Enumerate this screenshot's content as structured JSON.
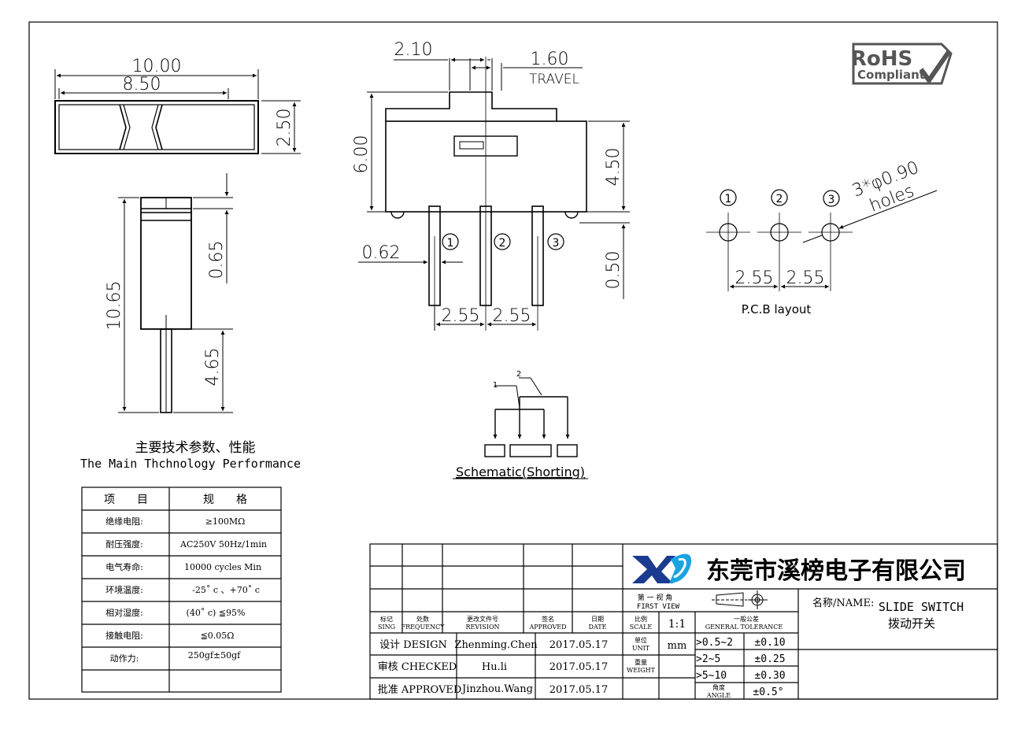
{
  "dims": {
    "top_width_outer": "10.00",
    "top_width_inner": "8.50",
    "top_height": "2.50",
    "side_total_height": "10.65",
    "side_upper": "0.65",
    "side_pin": "4.65",
    "pitch_left": "2.10",
    "travel_value": "1.60",
    "travel_label": "TRAVEL",
    "body_height": "6.00",
    "body_inner": "4.50",
    "pin_width": "0.62",
    "pin_offset": "0.50",
    "pin_pitch_1": "2.55",
    "pin_pitch_2": "2.55",
    "pcb_pitch_1": "2.55",
    "pcb_pitch_2": "2.55",
    "holes_count": "3*φ0.90",
    "holes_label": "holes",
    "pcb_layout": "P.C.B  layout"
  },
  "pins": {
    "p1": "①",
    "p2": "②",
    "p3": "③"
  },
  "schematic": {
    "label": "Schematic(Shorting)",
    "tag1": "1",
    "tag2": "2"
  },
  "rohs": {
    "line1": "RoHS",
    "line2": "Compliant"
  },
  "performance": {
    "title_cn": "主要技术参数、性能",
    "title_en": "The Main Thchnology Performance",
    "header": [
      "项　　目",
      "规　　格"
    ],
    "rows": [
      [
        "绝缘电阻:",
        "≥100MΩ"
      ],
      [
        "耐压强度:",
        "AC250V  50Hz/1min"
      ],
      [
        "电气寿命:",
        "10000 cycles Min"
      ],
      [
        "环境温度:",
        "-25˚ c 、+70˚ c"
      ],
      [
        "相对湿度:",
        "(40˚ c) ≦95%"
      ],
      [
        "接触电阻:",
        "≦0.05Ω"
      ],
      [
        "动作力:",
        "250gf±50gf"
      ],
      [
        "",
        ""
      ]
    ]
  },
  "title_block": {
    "company": "东莞市溪榜电子有限公司",
    "view_cn": "第 一 视 角",
    "view_en": "FIRST VIEW",
    "name_label": "名称/NAME:",
    "name_en": "SLIDE SWITCH",
    "name_cn": "拨动开关",
    "rev_headers": [
      {
        "cn": "标记",
        "en": "SING"
      },
      {
        "cn": "处数",
        "en": "FREQUENCY"
      },
      {
        "cn": "更改文件号",
        "en": "REVISION"
      },
      {
        "cn": "签名",
        "en": "APPROVED"
      },
      {
        "cn": "日期",
        "en": "DATE"
      }
    ],
    "scale_label_cn": "比例",
    "scale_label_en": "SCALE",
    "scale_value": "1:1",
    "tolerance_cn": "一般公差",
    "tolerance_en": "GENERAL TOLERANCE",
    "unit_cn": "单位",
    "unit_en": "UNIT",
    "unit_value": "mm",
    "weight_cn": "重量",
    "weight_en": "WEIGHT",
    "tolerances": [
      {
        "range": "0.5~2",
        "value": "±0.10"
      },
      {
        "range": "2~5",
        "value": "±0.25"
      },
      {
        "range": "5~10",
        "value": "±0.30"
      }
    ],
    "angle_cn": "角度",
    "angle_en": "ANGLE",
    "angle_value": "±0.5°",
    "signoffs": [
      {
        "role": "设计 DESIGN",
        "name": "Zhenming.Chen",
        "date": "2017.05.17"
      },
      {
        "role": "审核 CHECKED",
        "name": "Hu.li",
        "date": "2017.05.17"
      },
      {
        "role": "批准 APPROVED",
        "name": "Jinzhou.Wang",
        "date": "2017.05.17"
      }
    ]
  },
  "colors": {
    "line": "#000000",
    "logo_blue": "#1a3b8f",
    "logo_cyan": "#1aa3e0"
  }
}
